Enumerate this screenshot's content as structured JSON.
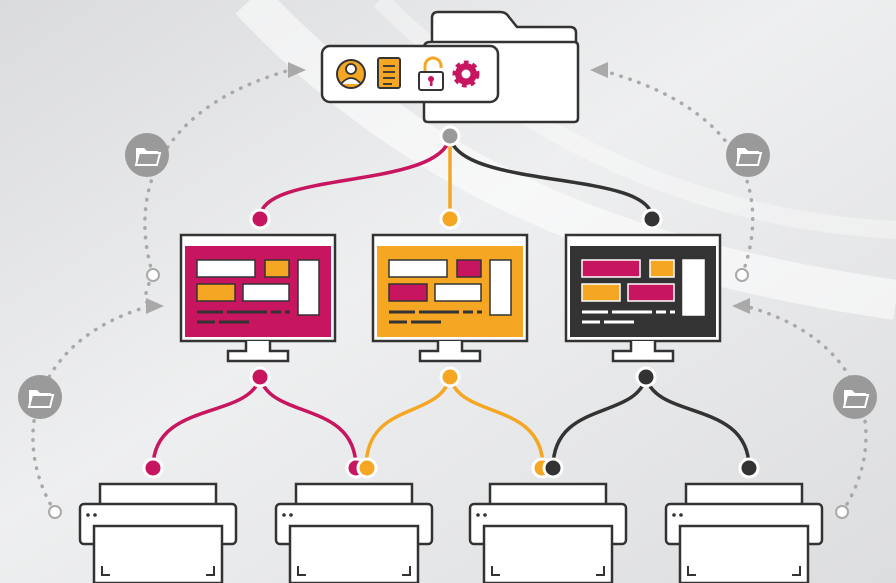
{
  "colors": {
    "magenta": "#c8155f",
    "orange": "#f5a623",
    "charcoal": "#333333",
    "gray_node": "#9a9a9a",
    "background": "#e8e9eb",
    "panel_white": "#ffffff"
  },
  "folder_badge": {
    "icons": [
      "user-icon",
      "document-icon",
      "padlock-icon",
      "gear-icon"
    ]
  },
  "monitors": [
    {
      "id": "magenta",
      "screen_color": "#c8155f"
    },
    {
      "id": "orange",
      "screen_color": "#f5a623"
    },
    {
      "id": "charcoal",
      "screen_color": "#333333"
    }
  ],
  "printers": [
    {
      "id": "printer-1"
    },
    {
      "id": "printer-2"
    },
    {
      "id": "printer-3"
    },
    {
      "id": "printer-4"
    }
  ],
  "small_folder_icons": [
    "left-upper",
    "right-upper",
    "left-lower",
    "right-lower"
  ],
  "connections": [
    {
      "from": "central-folder",
      "to": "monitor-magenta",
      "color": "magenta"
    },
    {
      "from": "central-folder",
      "to": "monitor-orange",
      "color": "orange"
    },
    {
      "from": "central-folder",
      "to": "monitor-charcoal",
      "color": "charcoal"
    },
    {
      "from": "monitor-magenta",
      "to": "printer-1",
      "color": "magenta"
    },
    {
      "from": "monitor-magenta",
      "to": "printer-2",
      "color": "magenta"
    },
    {
      "from": "monitor-orange",
      "to": "printer-2",
      "color": "orange"
    },
    {
      "from": "monitor-orange",
      "to": "printer-3",
      "color": "orange"
    },
    {
      "from": "monitor-charcoal",
      "to": "printer-3",
      "color": "charcoal"
    },
    {
      "from": "monitor-charcoal",
      "to": "printer-4",
      "color": "charcoal"
    }
  ]
}
